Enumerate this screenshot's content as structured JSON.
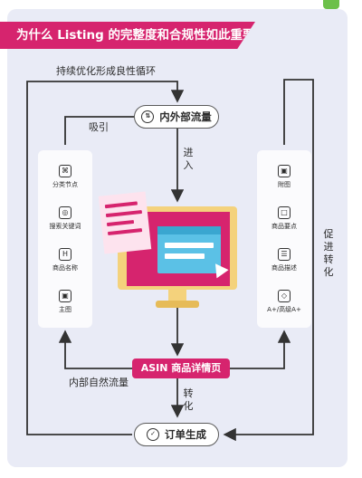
{
  "title": "为什么 Listing 的完整度和合规性如此重要？",
  "nodes": {
    "inner_outer_traffic": "内外部流量",
    "order_generated": "订单生成",
    "asin_detail_page": "ASIN 商品详情页"
  },
  "labels": {
    "loop": "持续优化形成良性循环",
    "attract": "吸引",
    "enter": "进入",
    "internal_traffic": "内部自然流量",
    "convert": "转化",
    "promote_convert": "促进转化"
  },
  "left_panel": [
    {
      "icon": "category-node-icon",
      "glyph": "⌘",
      "label": "分类节点"
    },
    {
      "icon": "search-keyword-icon",
      "glyph": "◎",
      "label": "搜索关键词"
    },
    {
      "icon": "product-name-icon",
      "glyph": "H",
      "label": "商品名称"
    },
    {
      "icon": "main-image-icon",
      "glyph": "▣",
      "label": "主图"
    }
  ],
  "right_panel": [
    {
      "icon": "secondary-image-icon",
      "glyph": "▣",
      "label": "附图"
    },
    {
      "icon": "bullet-points-icon",
      "glyph": "□",
      "label": "商品要点"
    },
    {
      "icon": "product-description-icon",
      "glyph": "☰",
      "label": "商品描述"
    },
    {
      "icon": "a-plus-content-icon",
      "glyph": "◇",
      "label": "A+/高级A+"
    }
  ],
  "colors": {
    "accent": "#d6246e",
    "background": "#e9ebf6",
    "monitor": "#f4d27c",
    "browser": "#5bc1e6"
  }
}
